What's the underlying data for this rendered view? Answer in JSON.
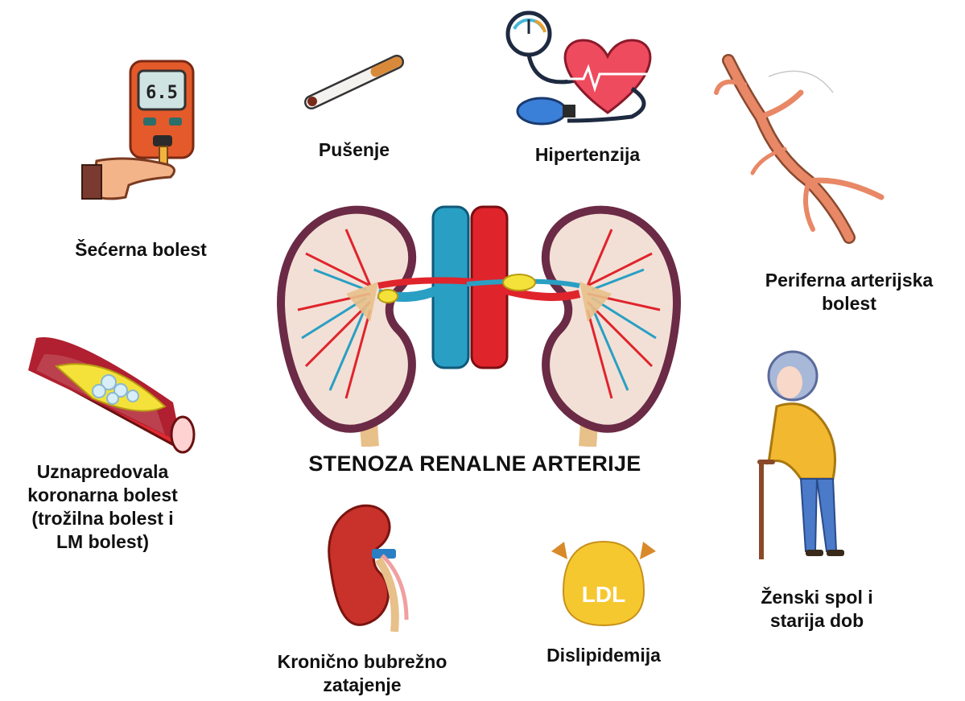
{
  "title": "STENOZA RENALNE ARTERIJE",
  "factors": {
    "diabetes": {
      "lines": [
        "Šećerna bolest"
      ]
    },
    "smoking": {
      "lines": [
        "Pušenje"
      ]
    },
    "hypertension": {
      "lines": [
        "Hipertenzija"
      ]
    },
    "peripheral": {
      "lines": [
        "Periferna arterijska",
        "bolest"
      ]
    },
    "coronary": {
      "lines": [
        "Uznapredovala",
        "koronarna bolest",
        "(trožilna bolest i",
        "LM bolest)"
      ]
    },
    "ckd": {
      "lines": [
        "Kronično bubrežno",
        "zatajenje"
      ]
    },
    "dyslipidemia": {
      "lines": [
        "Dislipidemija"
      ]
    },
    "female_age": {
      "lines": [
        "Ženski spol i",
        "starija dob"
      ]
    }
  },
  "glucometer_reading": "6.5",
  "ldl_text": "LDL",
  "colors": {
    "artery_red": "#e0242c",
    "vein_blue": "#2a9fc4",
    "kidney_outline": "#6b2a45",
    "kidney_inner": "#f2e0d6",
    "plaque_yellow": "#f4e23a",
    "ureter": "#e8c08a"
  }
}
